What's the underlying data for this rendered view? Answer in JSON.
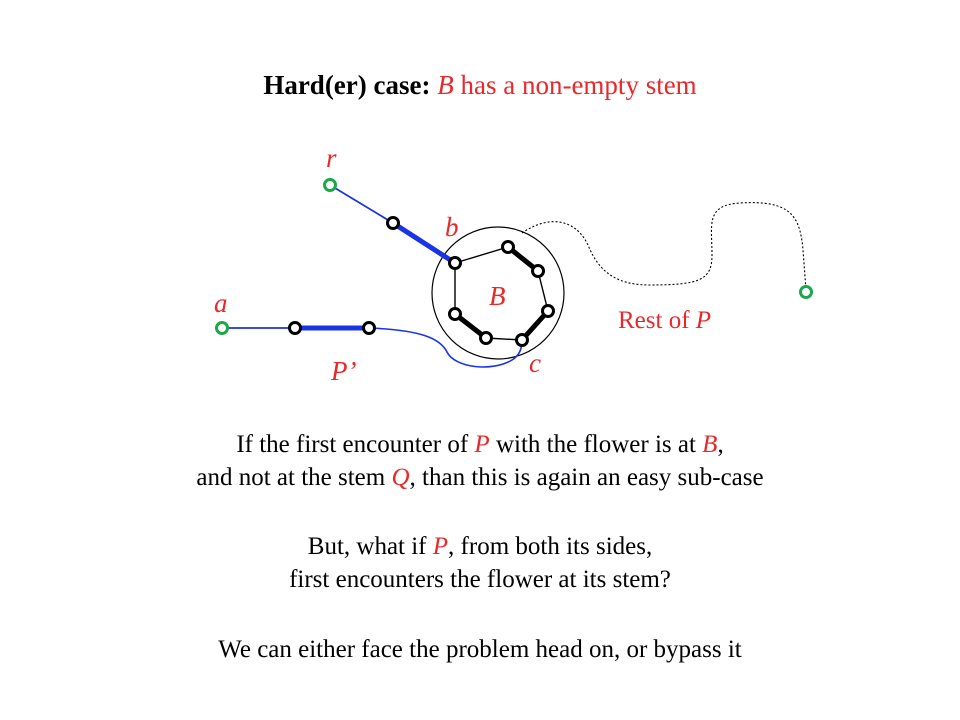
{
  "title": {
    "prefix": "Hard(er) case:",
    "var_b": "B",
    "suffix": " has a non-empty stem"
  },
  "diagram": {
    "label_r": "r",
    "label_b": "b",
    "label_a": "a",
    "label_B": "B",
    "label_c": "c",
    "label_P_prime": "P’",
    "rest_of_p_text": "Rest of ",
    "rest_of_p_var": "P",
    "colors": {
      "red": "#e8282a",
      "blue": "#1a33e6",
      "green": "#1aa84a",
      "black": "#000000"
    }
  },
  "para1": {
    "line1_pre": "If the first encounter of ",
    "line1_P": "P",
    "line1_mid": " with the flower is at ",
    "line1_B": "B",
    "line1_end": ",",
    "line2_pre": "and not at the stem ",
    "line2_Q": "Q",
    "line2_end": ", than this is again an easy sub-case"
  },
  "para2": {
    "line1_pre": "But, what if ",
    "line1_P": "P",
    "line1_end": ", from both its sides,",
    "line2": "first encounters the flower at its stem?"
  },
  "para3": {
    "text": "We can either face the problem head on, or bypass it"
  }
}
